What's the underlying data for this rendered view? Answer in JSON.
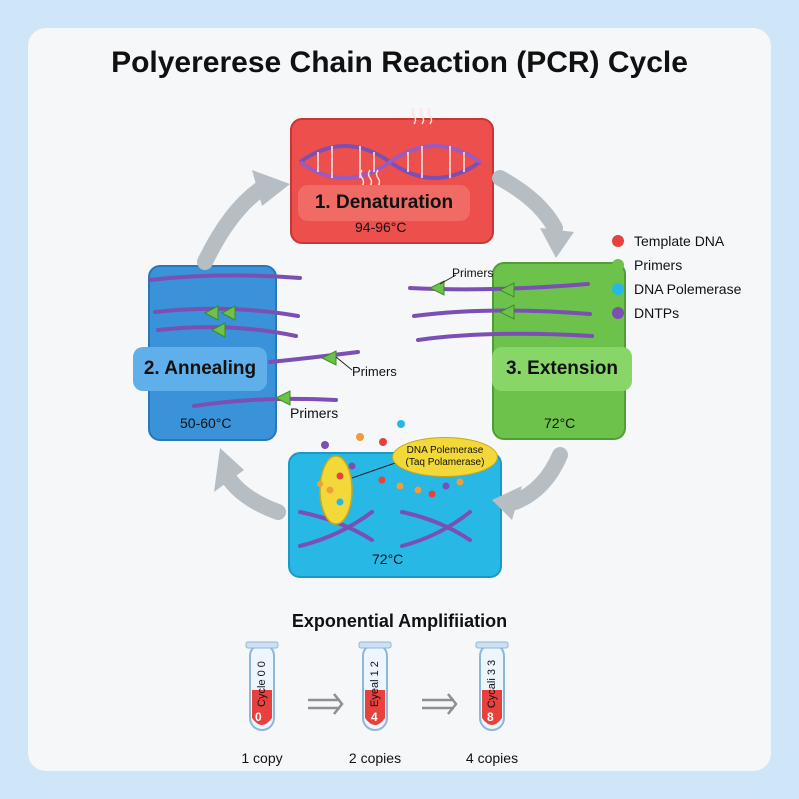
{
  "title": "Polyererese Chain Reaction (PCR) Cycle",
  "stages": {
    "denaturation": {
      "label": "1. Denaturation",
      "temp": "94-96°C",
      "color": "#ec4f4c"
    },
    "annealing": {
      "label": "2. Annealing",
      "temp": "50-60°C",
      "color": "#3a92d8",
      "primer_label_1": "Primers",
      "primer_label_2": "Primers"
    },
    "extension": {
      "label": "3. Extension",
      "temp": "72°C",
      "color": "#6cc24a",
      "primer_label": "Primers"
    },
    "polymerase": {
      "temp": "72°C",
      "color": "#27b8e6",
      "bubble_line1": "DNA Polemerase",
      "bubble_line2": "(Taq Polamerase)"
    }
  },
  "legend": [
    {
      "label": "Template DNA",
      "color": "#e8403c"
    },
    {
      "label": "Primers",
      "color": "#6cc24a"
    },
    {
      "label": "DNA Polemerase",
      "color": "#27b8e6"
    },
    {
      "label": "DNTPs",
      "color": "#7b4fb3"
    }
  ],
  "amplification": {
    "title": "Exponential Amplifiiation",
    "tubes": [
      {
        "text": "Cycle 0 0",
        "number": "0",
        "caption": "1 copy"
      },
      {
        "text": "Eyeal 1 2",
        "number": "4",
        "caption": "2 copies"
      },
      {
        "text": "Cycali 3 3",
        "number": "8",
        "caption": "4 copies"
      }
    ]
  }
}
